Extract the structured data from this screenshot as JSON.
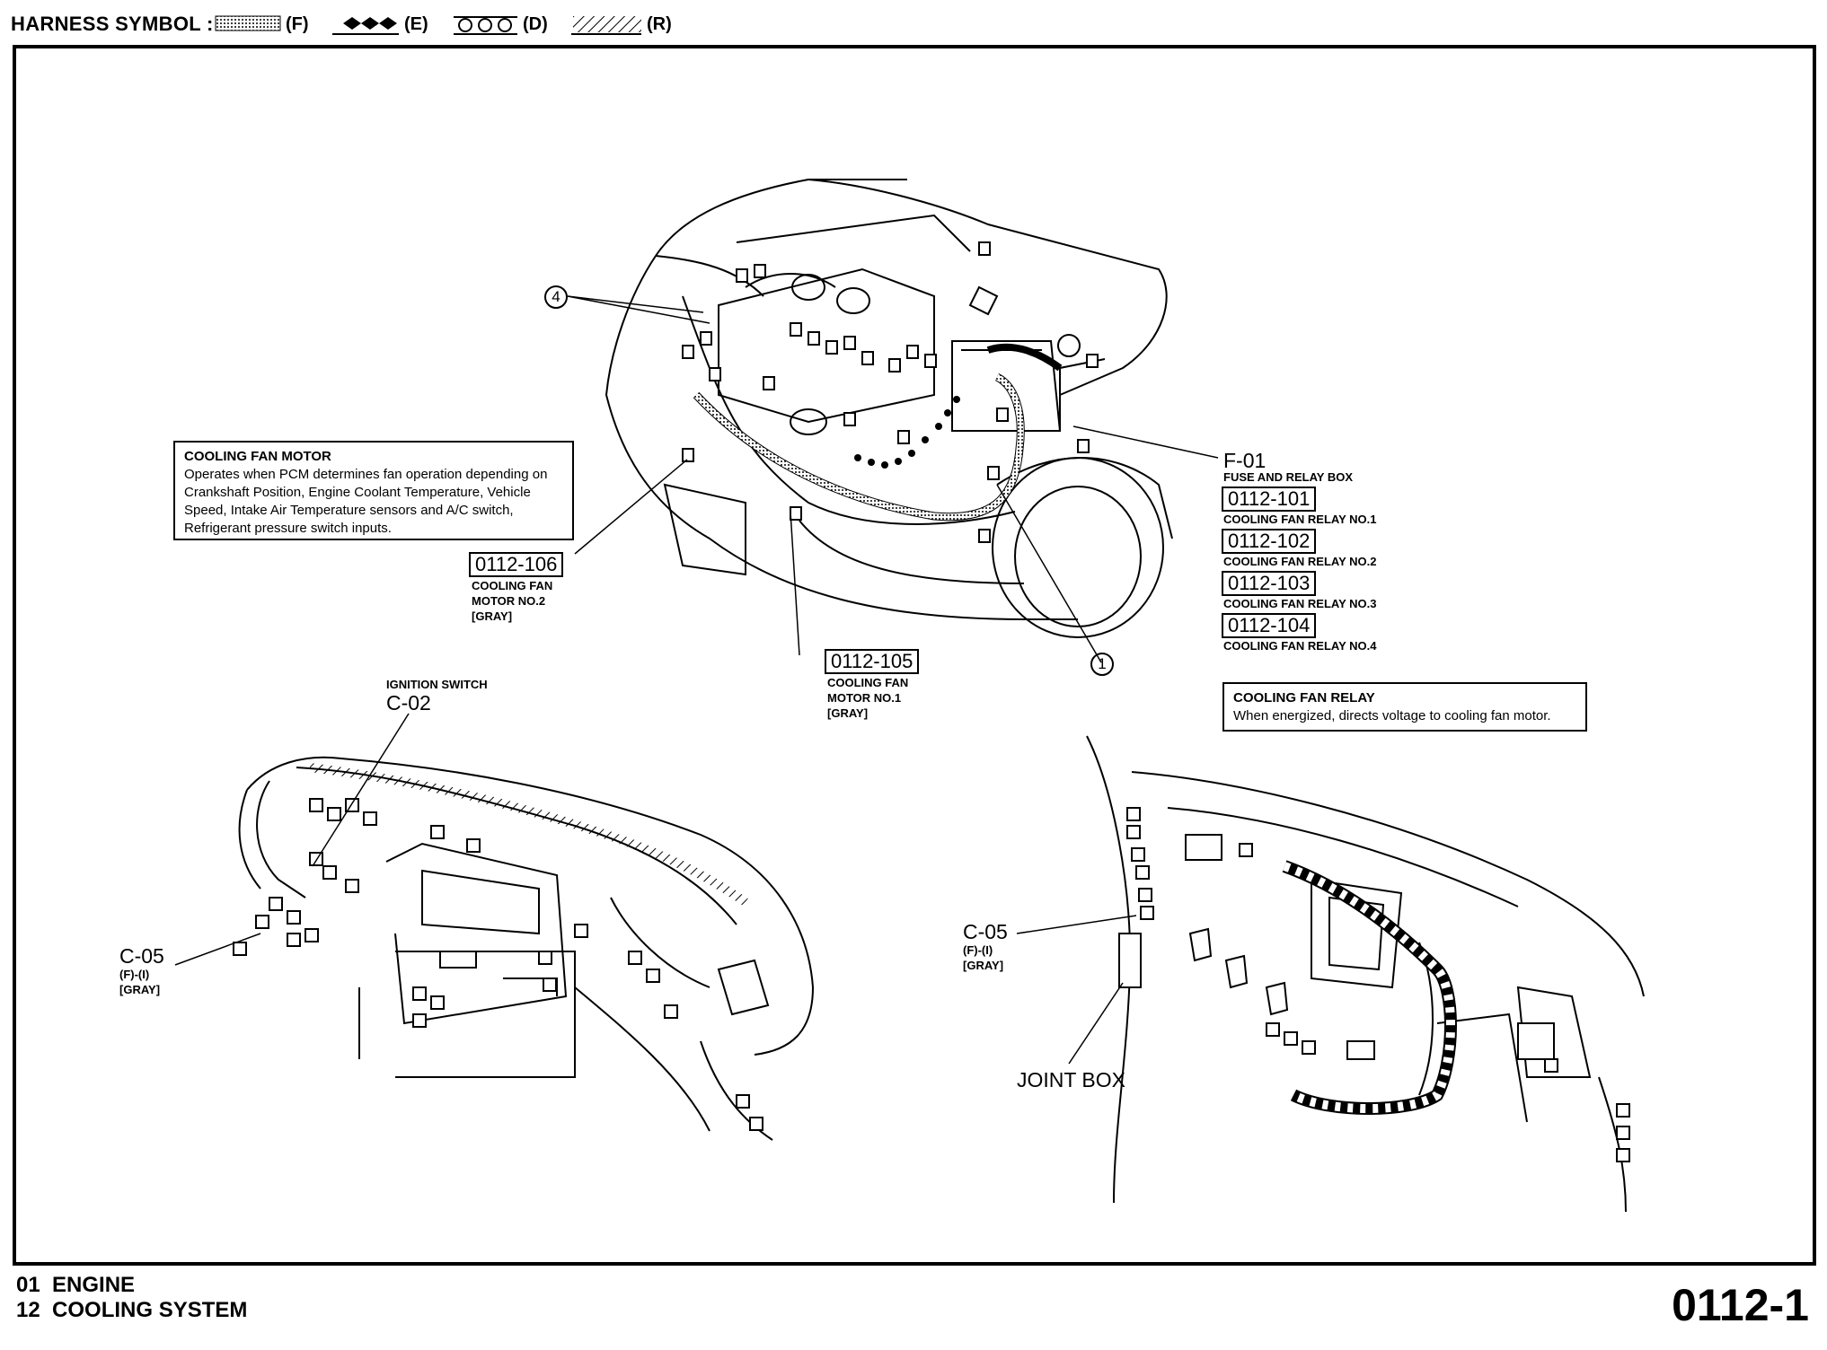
{
  "legend": {
    "title": "HARNESS SYMBOL :",
    "symbols": [
      {
        "code": "(F)",
        "style": "dotted-fill"
      },
      {
        "code": "(E)",
        "style": "diamonds"
      },
      {
        "code": "(D)",
        "style": "circles"
      },
      {
        "code": "(R)",
        "style": "hatched"
      }
    ]
  },
  "engine_view": {
    "callout_circle_4": "4",
    "callout_circle_1": "1",
    "cooling_fan_motor_box": {
      "heading": "COOLING FAN MOTOR",
      "text": "Operates when PCM determines fan operation depending on Crankshaft Position, Engine Coolant Temperature, Vehicle Speed, Intake Air Temperature sensors and A/C switch, Refrigerant pressure switch inputs."
    },
    "motor2": {
      "code": "0112-106",
      "line1": "COOLING FAN",
      "line2": "MOTOR NO.2",
      "line3": "[GRAY]"
    },
    "motor1": {
      "code": "0112-105",
      "line1": "COOLING FAN",
      "line2": "MOTOR NO.1",
      "line3": "[GRAY]"
    },
    "fuse_box": {
      "id": "F-01",
      "name": "FUSE AND RELAY BOX",
      "relays": [
        {
          "code": "0112-101",
          "label": "COOLING FAN RELAY NO.1"
        },
        {
          "code": "0112-102",
          "label": "COOLING FAN RELAY NO.2"
        },
        {
          "code": "0112-103",
          "label": "COOLING FAN RELAY NO.3"
        },
        {
          "code": "0112-104",
          "label": "COOLING FAN RELAY NO.4"
        }
      ]
    },
    "cooling_fan_relay_box": {
      "heading": "COOLING FAN RELAY",
      "text": "When energized, directs voltage to cooling fan motor."
    }
  },
  "dash_left": {
    "ignition": {
      "label": "IGNITION SWITCH",
      "id": "C-02"
    },
    "c05": {
      "id": "C-05",
      "sub1": "(F)-(I)",
      "sub2": "[GRAY]"
    }
  },
  "dash_right": {
    "c05": {
      "id": "C-05",
      "sub1": "(F)-(I)",
      "sub2": "[GRAY]"
    },
    "joint_box": "JOINT BOX"
  },
  "footer": {
    "line1_num": "01",
    "line1_text": "ENGINE",
    "line2_num": "12",
    "line2_text": "COOLING SYSTEM",
    "page_code": "0112-1"
  }
}
